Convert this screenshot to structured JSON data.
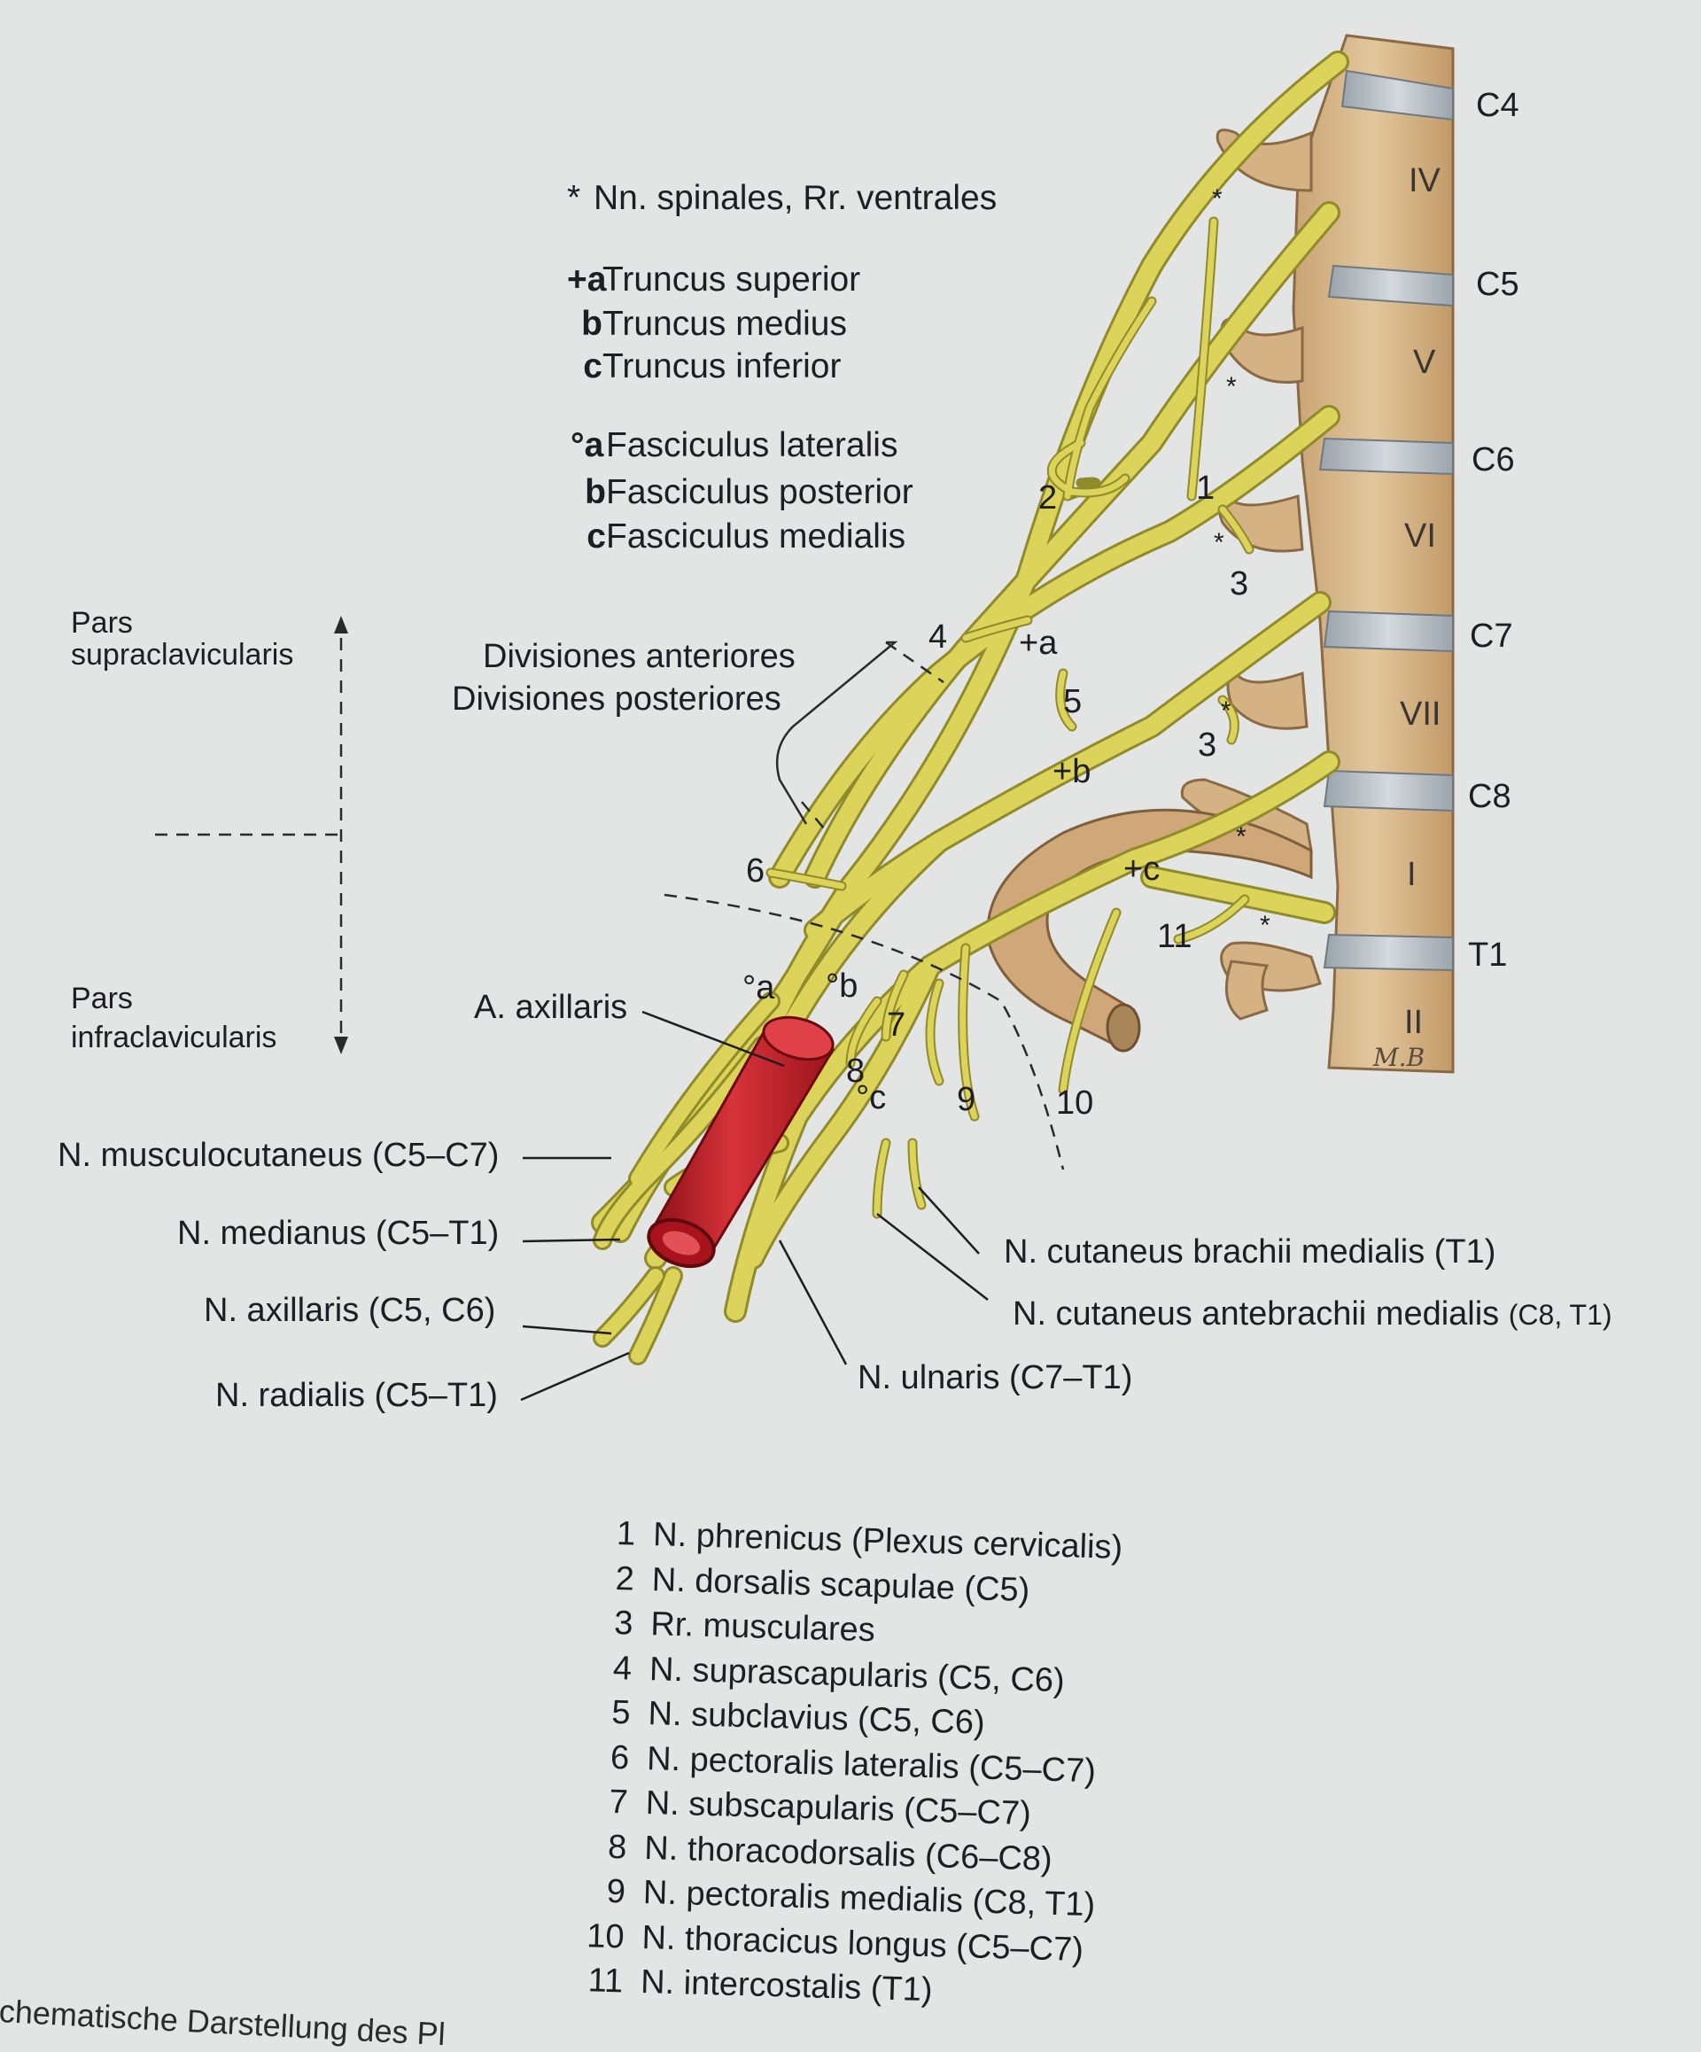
{
  "legend": {
    "spinal": {
      "symbol": "*",
      "text": "Nn. spinales, Rr. ventrales"
    },
    "trunci": {
      "symbol": "+",
      "items": [
        {
          "letter": "a",
          "text": "Truncus superior"
        },
        {
          "letter": "b",
          "text": "Truncus medius"
        },
        {
          "letter": "c",
          "text": "Truncus inferior"
        }
      ]
    },
    "fasciculi": {
      "symbol": "°",
      "items": [
        {
          "letter": "a",
          "text": "Fasciculus lateralis"
        },
        {
          "letter": "b",
          "text": "Fasciculus posterior"
        },
        {
          "letter": "c",
          "text": "Fasciculus medialis"
        }
      ]
    }
  },
  "regions": {
    "supra": [
      "Pars",
      "supraclavicularis"
    ],
    "infra": [
      "Pars",
      "infraclavicularis"
    ]
  },
  "divisions": [
    "Divisiones anteriores",
    "Divisiones posteriores"
  ],
  "artery": "A. axillaris",
  "vertebrae": {
    "segments": [
      "C4",
      "C5",
      "C6",
      "C7",
      "C8",
      "T1"
    ],
    "bodies": [
      "IV",
      "V",
      "VI",
      "VII",
      "I",
      "II"
    ],
    "signature": "M.B"
  },
  "nerve_labels": {
    "musculocutaneus": "N. musculocutaneus (C5–C7)",
    "medianus": "N. medianus (C5–T1)",
    "axillaris": "N. axillaris (C5, C6)",
    "radialis": "N. radialis (C5–T1)",
    "ulnaris": "N. ulnaris (C7–T1)",
    "cut_brachii": "N. cutaneus brachii medialis (T1)",
    "cut_antebrachii": "N. cutaneus antebrachii medialis",
    "cut_antebrachii_seg": "(C8, T1)"
  },
  "diagram_marks": {
    "stars": [
      "*",
      "*",
      "*",
      "*",
      "*",
      "*"
    ],
    "trunk_marks": [
      "+a",
      "+b",
      "+c"
    ],
    "fasc_marks": [
      "°a",
      "°b",
      "°c"
    ],
    "numbers": [
      "1",
      "2",
      "3",
      "3",
      "4",
      "5",
      "6",
      "7",
      "8",
      "9",
      "10",
      "11"
    ]
  },
  "numbered_list": [
    {
      "n": "1",
      "text": "N. phrenicus (Plexus cervicalis)"
    },
    {
      "n": "2",
      "text": "N. dorsalis scapulae (C5)"
    },
    {
      "n": "3",
      "text": "Rr. musculares"
    },
    {
      "n": "4",
      "text": "N. suprascapularis (C5, C6)"
    },
    {
      "n": "5",
      "text": "N. subclavius (C5, C6)"
    },
    {
      "n": "6",
      "text": "N. pectoralis lateralis (C5–C7)"
    },
    {
      "n": "7",
      "text": "N. subscapularis (C5–C7)"
    },
    {
      "n": "8",
      "text": "N. thoracodorsalis (C6–C8)"
    },
    {
      "n": "9",
      "text": "N. pectoralis medialis (C8, T1)"
    },
    {
      "n": "10",
      "text": "N. thoracicus longus (C5–C7)"
    },
    {
      "n": "11",
      "text": "N. intercostalis (T1)"
    }
  ],
  "footnote": "chematische Darstellung des Pl",
  "colors": {
    "background": "#e3e4e4",
    "nerve": "#d9d25a",
    "nerve_edge": "#8f8a2a",
    "bone": "#d8b98c",
    "bone_dark": "#a8865a",
    "disc": "#b9c2c9",
    "artery": "#c8232b",
    "artery_dark": "#8a1017"
  }
}
